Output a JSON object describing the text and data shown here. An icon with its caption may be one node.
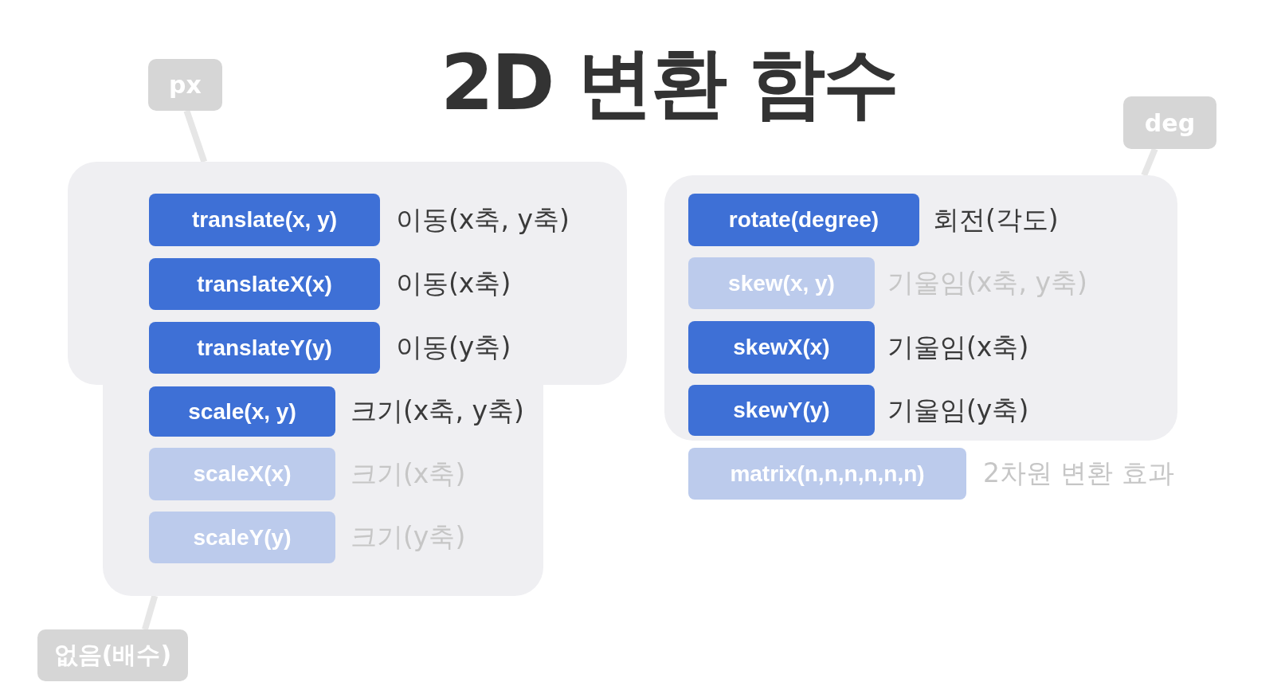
{
  "diagram": {
    "title": "2D 변환 함수",
    "nodes": [
      {
        "text": [
          "px"
        ]
      },
      {
        "text": [],
        "shape": "box"
      },
      {
        "text": [
          "translate(x, y)"
        ],
        "beside": [
          "이동(x축, y축)"
        ],
        "in": 1
      },
      {
        "text": [
          "translateX(x)"
        ],
        "beside": [
          "이동(x축)"
        ],
        "in": 1
      },
      {
        "text": [
          "translateY(y)"
        ],
        "beside": [
          "이동(y축)"
        ],
        "in": 1
      },
      {
        "text": [],
        "shape": "box"
      },
      {
        "text": [
          "scale(x, y)"
        ],
        "beside": [
          "크기(x축, y축)"
        ],
        "in": 5
      },
      {
        "text": [
          "scaleX(x)"
        ],
        "beside": [
          "크기(x축)"
        ],
        "in": 5
      },
      {
        "text": [
          "scaleY(y)"
        ],
        "beside": [
          "크기(y축)"
        ],
        "in": 5
      },
      {
        "text": [
          "없음(배수)"
        ]
      },
      {
        "text": [
          "deg"
        ]
      },
      {
        "text": [],
        "shape": "box"
      },
      {
        "text": [
          "rotate(degree)"
        ],
        "beside": [
          "회전(각도)"
        ],
        "in": 11
      },
      {
        "text": [
          "skew(x, y)"
        ],
        "beside": [
          "기울임(x축, y축)"
        ],
        "in": 11
      },
      {
        "text": [
          "skewX(x)"
        ],
        "beside": [
          "기울임(x축)"
        ],
        "in": 11
      },
      {
        "text": [
          "skewY(y)"
        ],
        "beside": [
          "기울임(y축)"
        ],
        "in": 11
      },
      {
        "text": [
          "matrix(n,n,n,n,n,n)"
        ],
        "beside": [
          "2차원 변환 효과"
        ]
      }
    ],
    "edges": [
      {
        "from": 0,
        "to": 1,
        "arrow": "none"
      },
      {
        "from": 9,
        "to": 5,
        "arrow": "none"
      },
      {
        "from": 10,
        "to": 11,
        "arrow": "none"
      }
    ]
  }
}
